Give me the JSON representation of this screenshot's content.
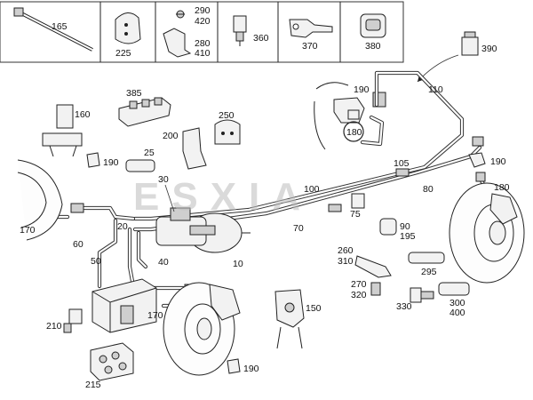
{
  "header_parts": [
    {
      "id": "p165",
      "label": "165"
    },
    {
      "id": "p225",
      "label": "225"
    },
    {
      "id": "p290",
      "label": "290"
    },
    {
      "id": "p420",
      "label": "420"
    },
    {
      "id": "p280",
      "label": "280"
    },
    {
      "id": "p410",
      "label": "410"
    },
    {
      "id": "p360",
      "label": "360"
    },
    {
      "id": "p370",
      "label": "370"
    },
    {
      "id": "p380",
      "label": "380"
    }
  ],
  "callouts": {
    "c390": "390",
    "c110": "110",
    "c190a": "190",
    "c180a": "180",
    "c385": "385",
    "c160": "160",
    "c250": "250",
    "c200": "200",
    "c25": "25",
    "c190b": "190",
    "c105": "105",
    "c190c": "190",
    "c80": "80",
    "c180b": "180",
    "c30": "30",
    "c100": "100",
    "c75": "75",
    "c90": "90",
    "c195": "195",
    "c170a": "170",
    "c20": "20",
    "c70": "70",
    "c60": "60",
    "c40": "40",
    "c10": "10",
    "c50": "50",
    "c260": "260",
    "c310": "310",
    "c295": "295",
    "c270": "270",
    "c320": "320",
    "c330": "330",
    "c300": "300",
    "c400": "400",
    "c150": "150",
    "c170b": "170",
    "c210": "210",
    "c215": "215",
    "c190d": "190"
  },
  "watermark": "ESXIA"
}
